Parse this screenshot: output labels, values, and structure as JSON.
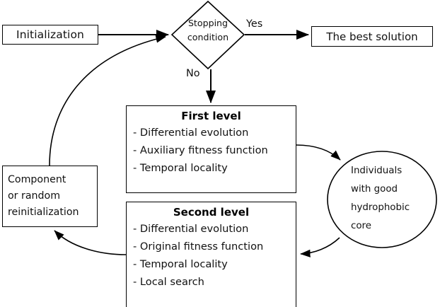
{
  "diagram": {
    "title": "Two-level evolutionary algorithm flowchart",
    "stroke_color": "#000000",
    "background_color": "#ffffff"
  },
  "nodes": {
    "initialization": {
      "label": "Initialization",
      "shape": "rectangle"
    },
    "decision": {
      "line1": "Stopping",
      "line2": "condition",
      "shape": "diamond"
    },
    "best_solution": {
      "label": "The best solution",
      "shape": "rectangle"
    },
    "component": {
      "line1": "Component",
      "line2": "or random",
      "line3": "reinitialization",
      "shape": "rectangle"
    },
    "first_level": {
      "title": "First level",
      "items": [
        "- Differential evolution",
        "- Auxiliary fitness function",
        "- Temporal locality"
      ],
      "shape": "rectangle"
    },
    "second_level": {
      "title": "Second level",
      "items": [
        "- Differential evolution",
        "- Original fitness function",
        "- Temporal locality",
        "- Local search"
      ],
      "shape": "rectangle"
    },
    "individuals": {
      "line1": "Individuals",
      "line2": "with good",
      "line3": "hydrophobic",
      "line4": "core",
      "shape": "ellipse"
    }
  },
  "edges": {
    "yes_label": "Yes",
    "no_label": "No"
  }
}
